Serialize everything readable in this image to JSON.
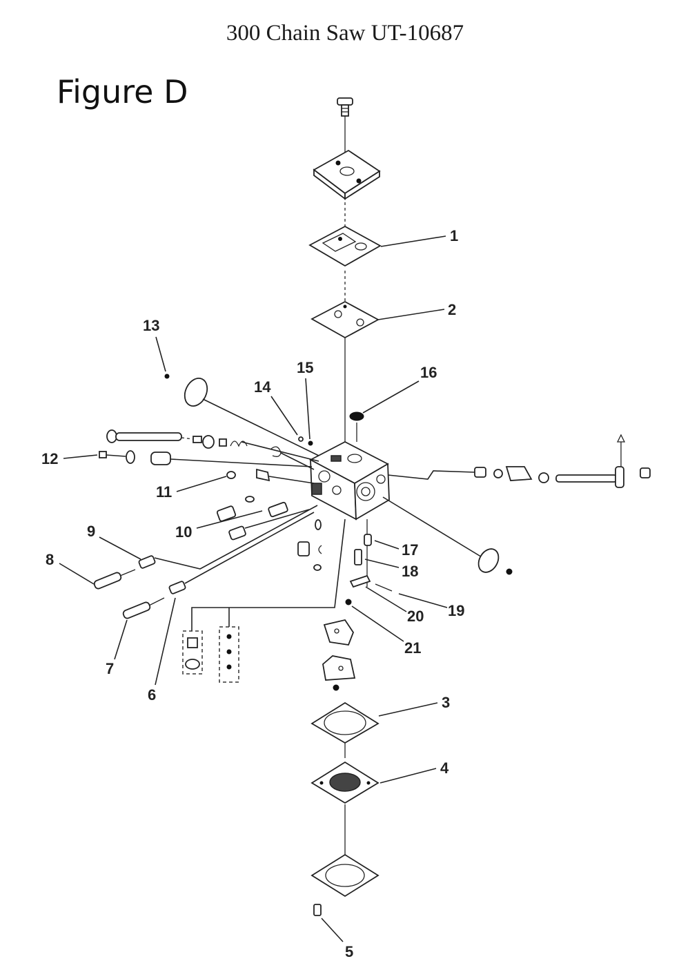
{
  "header": {
    "title": "300 Chain Saw UT-10687"
  },
  "figure": {
    "label": "Figure D"
  },
  "callouts": [
    {
      "id": "1",
      "text": "1"
    },
    {
      "id": "2",
      "text": "2"
    },
    {
      "id": "3",
      "text": "3"
    },
    {
      "id": "4",
      "text": "4"
    },
    {
      "id": "5",
      "text": "5"
    },
    {
      "id": "6",
      "text": "6"
    },
    {
      "id": "7",
      "text": "7"
    },
    {
      "id": "8",
      "text": "8"
    },
    {
      "id": "9",
      "text": "9"
    },
    {
      "id": "10",
      "text": "10"
    },
    {
      "id": "11",
      "text": "11"
    },
    {
      "id": "12",
      "text": "12"
    },
    {
      "id": "13",
      "text": "13"
    },
    {
      "id": "14",
      "text": "14"
    },
    {
      "id": "15",
      "text": "15"
    },
    {
      "id": "16",
      "text": "16"
    },
    {
      "id": "17",
      "text": "17"
    },
    {
      "id": "18",
      "text": "18"
    },
    {
      "id": "19",
      "text": "19"
    },
    {
      "id": "20",
      "text": "20"
    },
    {
      "id": "21",
      "text": "21"
    }
  ]
}
